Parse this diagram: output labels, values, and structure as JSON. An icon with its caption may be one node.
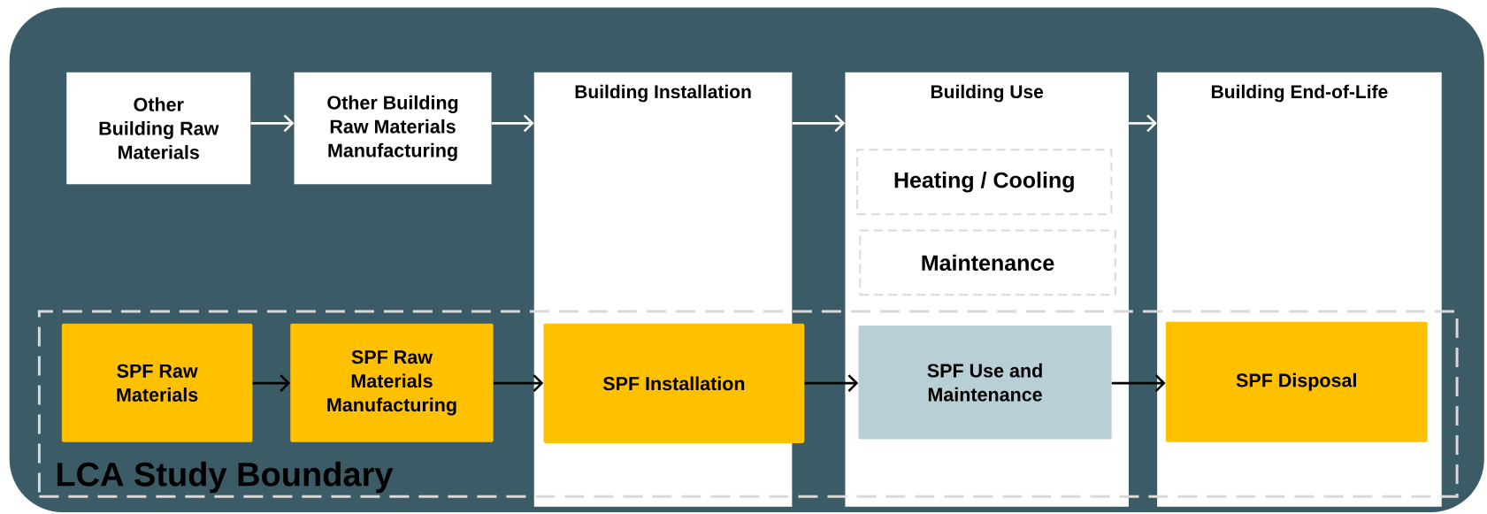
{
  "diagram": {
    "nodes": [
      {
        "text": [
          "Other Building Raw Materials"
        ]
      },
      {
        "text": [
          "Other Building Raw Materials Manufacturing"
        ]
      },
      {
        "text": [
          "Building Installation"
        ]
      },
      {
        "text": [
          "Building Use"
        ]
      },
      {
        "text": [
          "Heating / Cooling"
        ],
        "in": 3
      },
      {
        "text": [
          "Maintenance"
        ],
        "in": 3
      },
      {
        "text": [
          "Building End-of-Life"
        ]
      },
      {
        "text": [
          "LCA Study Boundary"
        ]
      },
      {
        "text": [
          "SPF Raw Materials"
        ],
        "in": 7
      },
      {
        "text": [
          "SPF Raw Materials Manufacturing"
        ],
        "in": 7
      },
      {
        "text": [
          "SPF Installation"
        ]
      },
      {
        "text": [
          "SPF Use and Maintenance"
        ]
      },
      {
        "text": [
          "SPF Disposal"
        ]
      }
    ],
    "edges": [
      {
        "from": 0,
        "to": 1,
        "arrow": "to",
        "color": "#ffffff"
      },
      {
        "from": 1,
        "to": 2,
        "arrow": "to",
        "color": "#ffffff"
      },
      {
        "from": 2,
        "to": 3,
        "arrow": "to",
        "color": "#ffffff"
      },
      {
        "from": 3,
        "to": 6,
        "arrow": "to",
        "color": "#ffffff"
      },
      {
        "from": 8,
        "to": 9,
        "arrow": "to",
        "color": "#000000"
      },
      {
        "from": 9,
        "to": 10,
        "arrow": "to",
        "color": "#000000"
      },
      {
        "from": 10,
        "to": 11,
        "arrow": "to",
        "color": "#000000"
      },
      {
        "from": 11,
        "to": 12,
        "arrow": "to",
        "color": "#000000"
      }
    ]
  }
}
